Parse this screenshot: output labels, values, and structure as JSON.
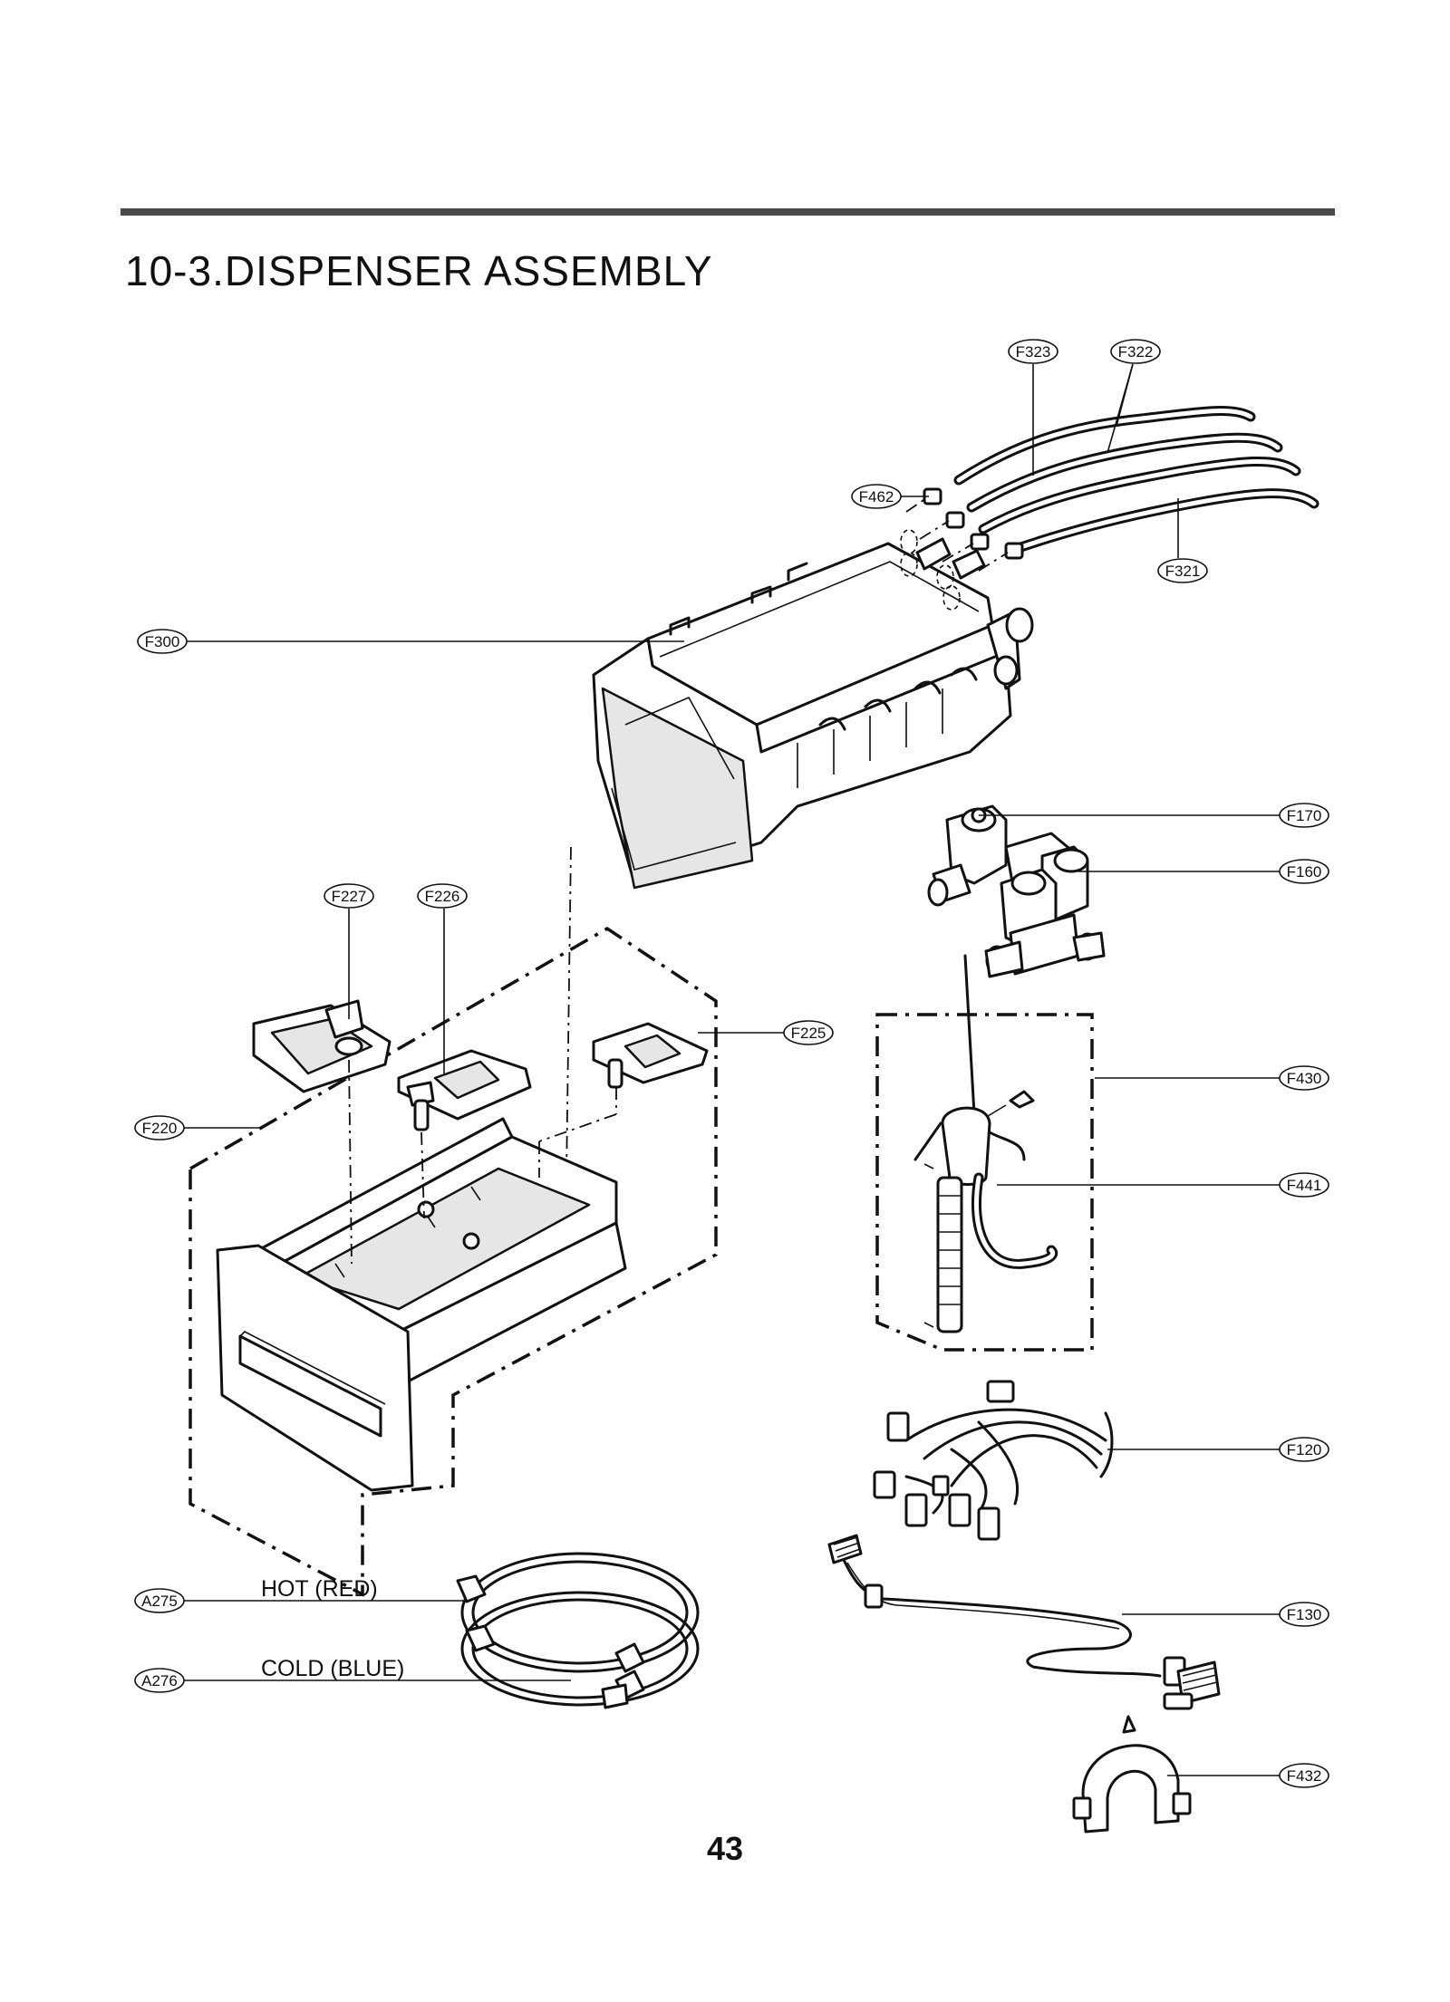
{
  "title": "10-3.DISPENSER ASSEMBLY",
  "page_number": "43",
  "callouts": {
    "f323": "F323",
    "f322": "F322",
    "f462": "F462",
    "f321": "F321",
    "f300": "F300",
    "f170": "F170",
    "f160": "F160",
    "f227": "F227",
    "f226": "F226",
    "f225": "F225",
    "f430": "F430",
    "f441": "F441",
    "f220": "F220",
    "f120": "F120",
    "a275": "A275",
    "a276": "A276",
    "f130": "F130",
    "f432": "F432"
  },
  "captions": {
    "hot": "HOT (RED)",
    "cold": "COLD (BLUE)"
  }
}
